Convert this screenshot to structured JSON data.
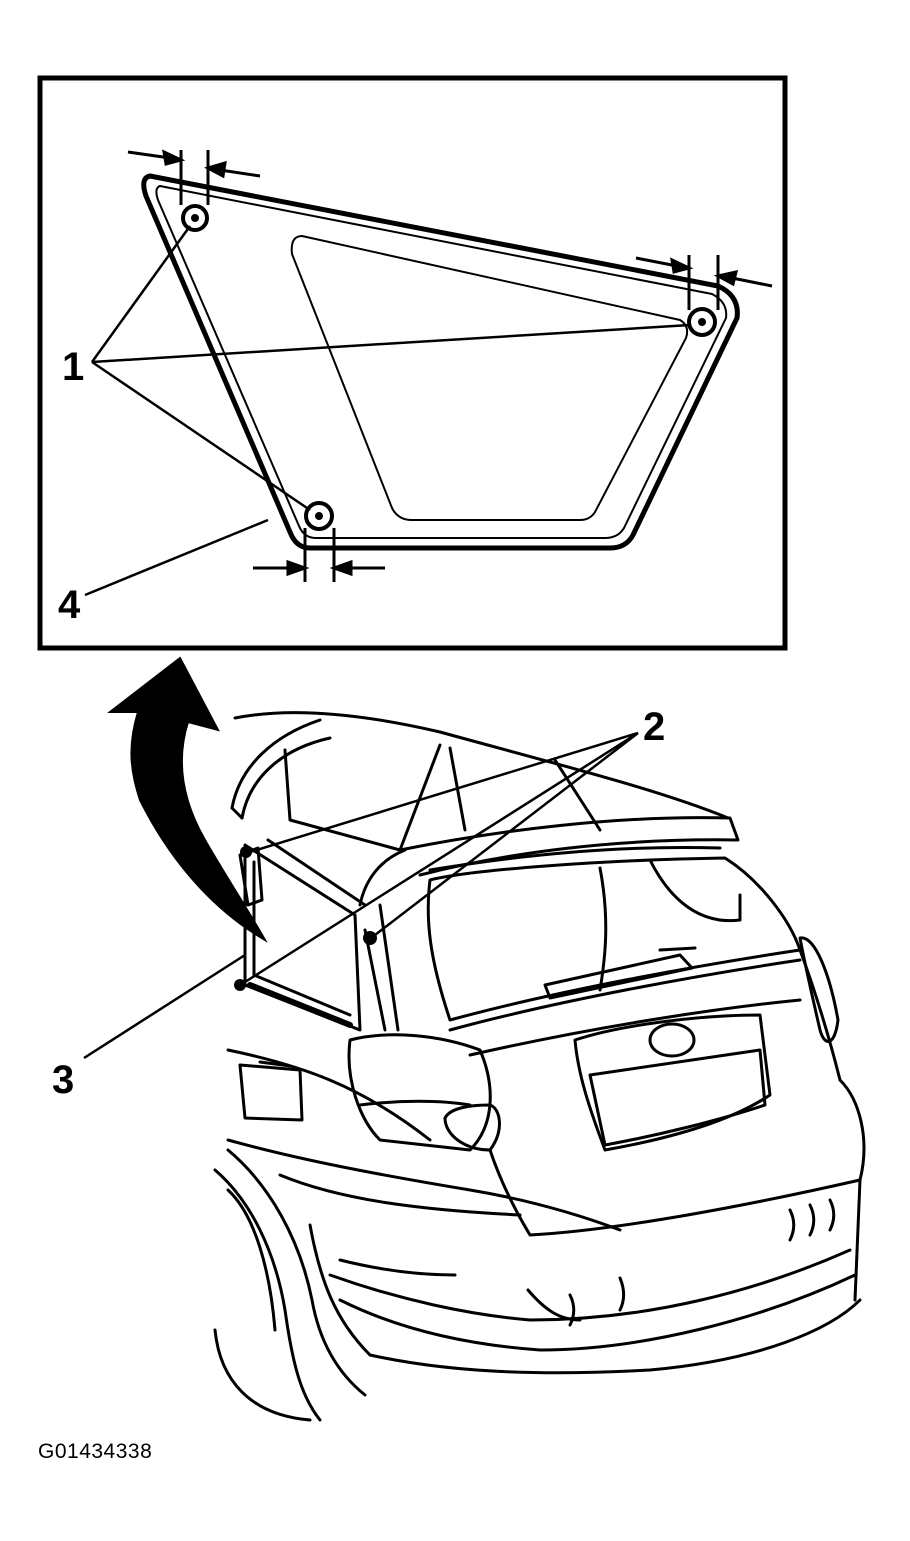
{
  "diagram": {
    "callouts": {
      "c1": "1",
      "c2": "2",
      "c3": "3",
      "c4": "4"
    },
    "figure_id": "G01434338",
    "colors": {
      "ink": "#000000",
      "paper": "#ffffff"
    }
  }
}
